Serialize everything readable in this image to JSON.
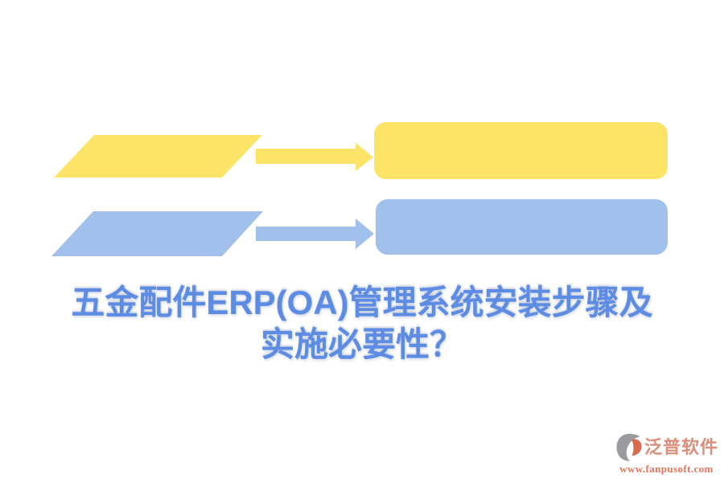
{
  "title": {
    "line1": "五金配件ERP(OA)管理系统安装步骤及",
    "line2": "实施必要性？",
    "color": "#5C8CE4"
  },
  "diagram": {
    "rows": [
      {
        "id": "top-row",
        "color": "#FCE469"
      },
      {
        "id": "bottom-row",
        "color": "#A1C1EC"
      }
    ]
  },
  "watermark": {
    "brand": "泛普软件",
    "url": "www.fanpusoft.com",
    "brand_color": "#DB8E79",
    "url_color": "#E0755B",
    "icon_grey": "#9A9AA0",
    "icon_accent": "#D96A50"
  }
}
